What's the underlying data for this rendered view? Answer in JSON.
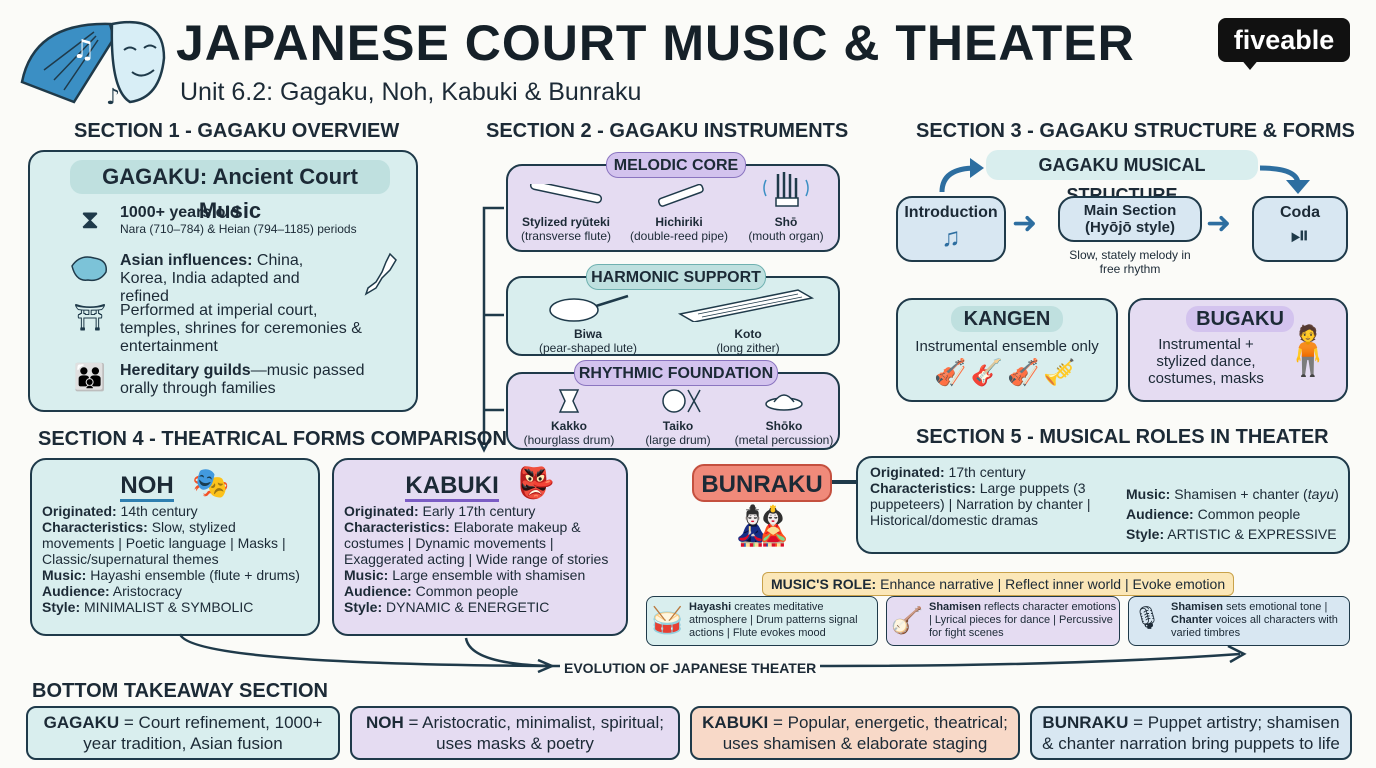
{
  "header": {
    "title": "JAPANESE COURT MUSIC & THEATER",
    "subtitle": "Unit 6.2: Gagaku, Noh, Kabuki & Bunraku",
    "logo": "fiveable"
  },
  "section1": {
    "title": "SECTION 1 - GAGAKU OVERVIEW",
    "header": "GAGAKU: Ancient Court Music",
    "items": [
      {
        "icon": "hourglass-icon",
        "bold": "1000+ years old",
        "text": "",
        "sub": "Nara (710–784) & Heian (794–1185) periods"
      },
      {
        "icon": "asia-map-icon",
        "bold": "Asian influences:",
        "text": " China, Korea, India adapted and refined",
        "sub": ""
      },
      {
        "icon": "temple-icon",
        "bold": "",
        "text": "Performed at imperial court, temples, shrines for ceremonies & entertainment",
        "sub": ""
      },
      {
        "icon": "family-icon",
        "bold": "Hereditary guilds",
        "text": "—music passed orally through families",
        "sub": ""
      }
    ]
  },
  "section2": {
    "title": "SECTION 2 - GAGAKU INSTRUMENTS",
    "groups": [
      {
        "label": "MELODIC CORE",
        "items": [
          {
            "name": "Stylized ryūteki",
            "desc": "(transverse flute)"
          },
          {
            "name": "Hichiriki",
            "desc": "(double-reed pipe)"
          },
          {
            "name": "Shō",
            "desc": "(mouth organ)"
          }
        ]
      },
      {
        "label": "HARMONIC SUPPORT",
        "items": [
          {
            "name": "Biwa",
            "desc": "(pear-shaped lute)"
          },
          {
            "name": "Koto",
            "desc": "(long zither)"
          }
        ]
      },
      {
        "label": "RHYTHMIC FOUNDATION",
        "items": [
          {
            "name": "Kakko",
            "desc": "(hourglass drum)"
          },
          {
            "name": "Taiko",
            "desc": "(large drum)"
          },
          {
            "name": "Shōko",
            "desc": "(metal percussion)"
          }
        ]
      }
    ]
  },
  "section3": {
    "title": "SECTION 3 - GAGAKU STRUCTURE & FORMS",
    "structure_label": "GAGAKU MUSICAL STRUCTURE",
    "steps": [
      {
        "label": "Introduction"
      },
      {
        "label": "Main Section (Hyōjō style)"
      },
      {
        "label": "Coda"
      }
    ],
    "main_note": "Slow, stately melody in free rhythm",
    "kangen": {
      "title": "KANGEN",
      "desc": "Instrumental ensemble only"
    },
    "bugaku": {
      "title": "BUGAKU",
      "desc": "Instrumental + stylized dance, costumes, masks"
    }
  },
  "section4": {
    "title": "SECTION 4 - THEATRICAL FORMS COMPARISON",
    "noh": {
      "title": "NOH",
      "originated_label": "Originated:",
      "originated": " 14th century",
      "char_label": "Characteristics:",
      "char": " Slow, stylized movements | Poetic language | Masks | Classic/supernatural themes",
      "music_label": "Music:",
      "music": " Hayashi ensemble (flute + drums)",
      "aud_label": "Audience:",
      "aud": " Aristocracy",
      "style_label": "Style:",
      "style": " MINIMALIST & SYMBOLIC"
    },
    "kabuki": {
      "title": "KABUKI",
      "originated_label": "Originated:",
      "originated": " Early 17th century",
      "char_label": "Characteristics:",
      "char": " Elaborate makeup & costumes | Dynamic movements | Exaggerated acting | Wide range of stories",
      "music_label": "Music:",
      "music": " Large ensemble with shamisen",
      "aud_label": "Audience:",
      "aud": " Common people",
      "style_label": "Style:",
      "style": " DYNAMIC & ENERGETIC"
    },
    "evolution": "EVOLUTION OF JAPANESE THEATER"
  },
  "section5": {
    "title": "SECTION 5 - MUSICAL ROLES IN THEATER",
    "bunraku": {
      "title": "BUNRAKU",
      "originated_label": "Originated:",
      "originated": " 17th century",
      "char_label": "Characteristics:",
      "char": " Large puppets (3 puppeteers) | Narration by chanter | Historical/domestic dramas",
      "music_label": "Music:",
      "music": " Shamisen + chanter (",
      "music_italic": "tayu",
      "music_end": ")",
      "aud_label": "Audience:",
      "aud": " Common people",
      "style_label": "Style:",
      "style": " ARTISTIC & EXPRESSIVE"
    },
    "role_label": "MUSIC'S ROLE:",
    "role_text": " Enhance narrative | Reflect inner world | Evoke emotion",
    "roles": [
      {
        "bold": "Hayashi",
        "text": " creates meditative atmosphere | Drum patterns signal actions | Flute evokes mood"
      },
      {
        "bold": "Shamisen",
        "text": " reflects character emotions | Lyrical pieces for dance | Percussive for fight scenes"
      },
      {
        "bold": "Shamisen",
        "text": " sets emotional tone | ",
        "bold2": "Chanter",
        "text2": " voices all characters with varied timbres"
      }
    ]
  },
  "bottom": {
    "title": "BOTTOM TAKEAWAY SECTION",
    "cards": [
      {
        "bold": "GAGAKU",
        "text": " = Court refinement, 1000+ year tradition, Asian fusion"
      },
      {
        "bold": "NOH",
        "text": " = Aristocratic, minimalist, spiritual; uses masks & poetry"
      },
      {
        "bold": "KABUKI",
        "text": " = Popular, energetic, theatrical; uses shamisen & elaborate staging"
      },
      {
        "bold": "BUNRAKU",
        "text": " = Puppet artistry; shamisen & chanter narration bring puppets to life"
      }
    ]
  },
  "colors": {
    "teal": "#d9eeee",
    "lavender": "#e5dcf2",
    "peach": "#f8d9c8",
    "blue": "#d8e7f2",
    "outline": "#1f3a4a",
    "kabuki_underline": "#7b5cc4",
    "noh_underline": "#2f7fb0",
    "bunraku_red": "#f08a7a"
  }
}
